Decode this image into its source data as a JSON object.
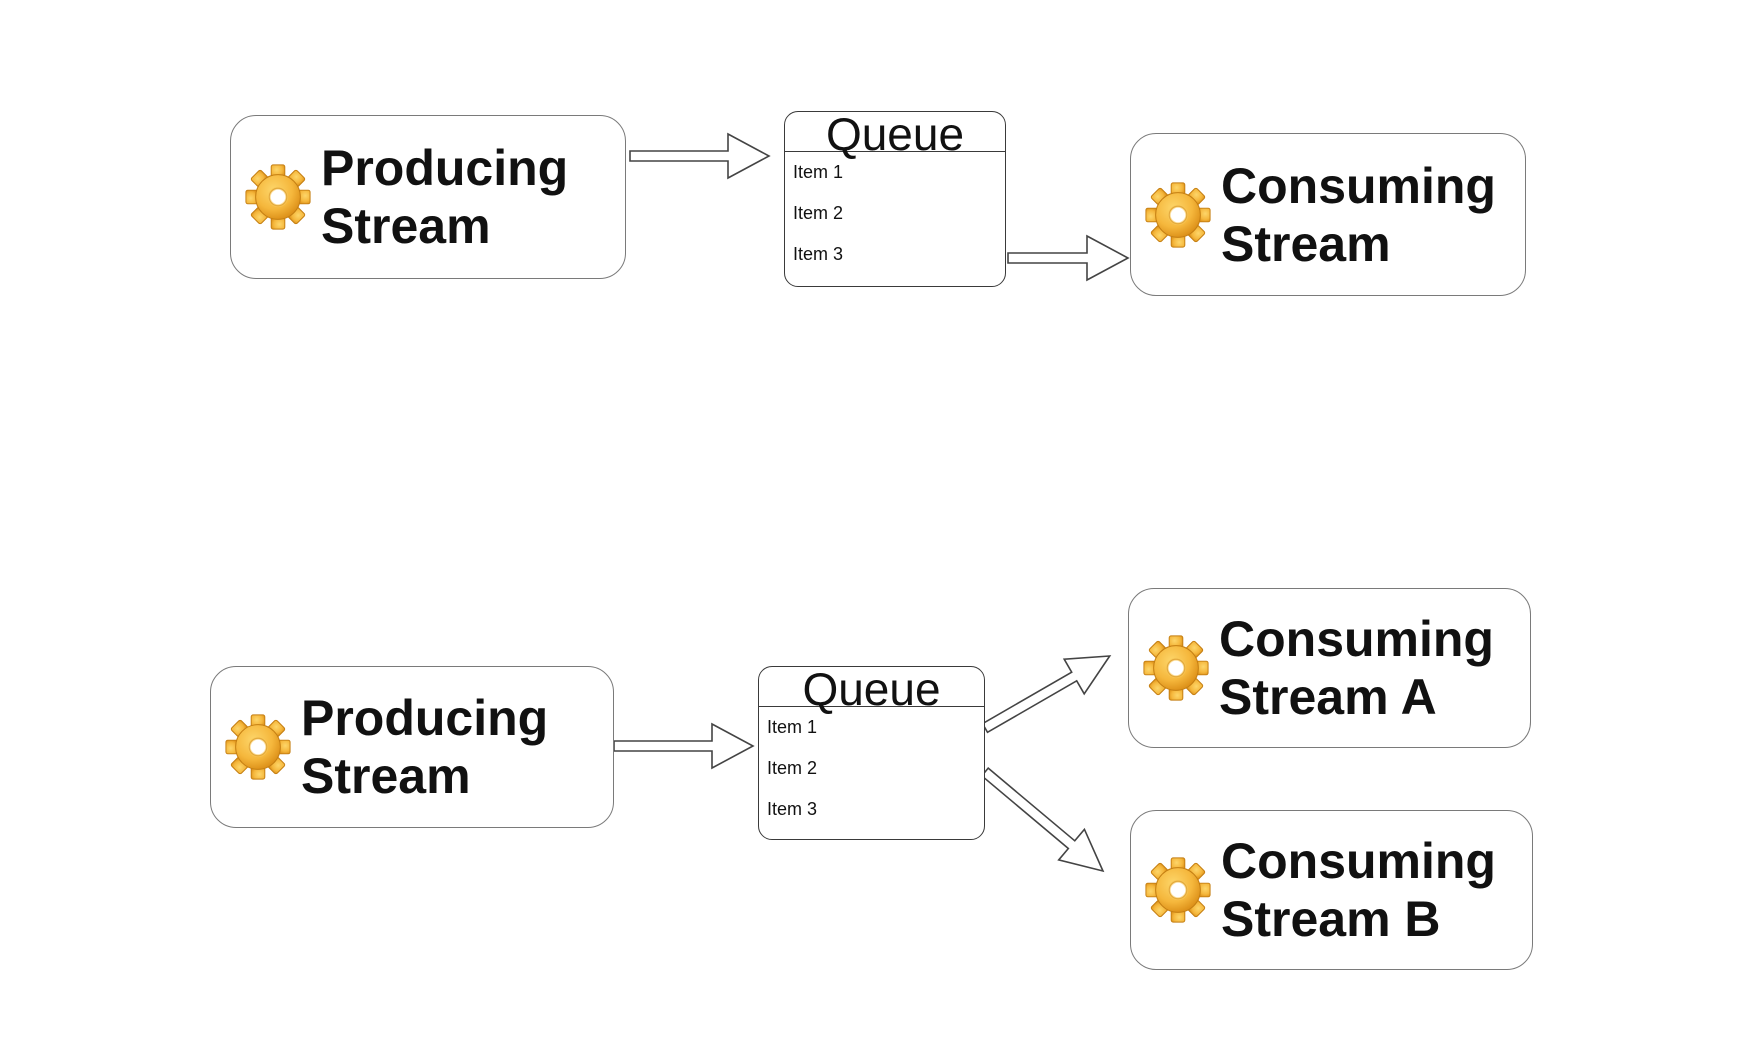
{
  "diagrams": [
    {
      "producer": {
        "line1": "Producing",
        "line2": "Stream",
        "icon": "gear-icon"
      },
      "queue": {
        "title": "Queue",
        "items": [
          "Item 1",
          "Item 2",
          "Item 3"
        ]
      },
      "consumers": [
        {
          "line1": "Consuming",
          "line2": "Stream",
          "icon": "gear-icon"
        }
      ]
    },
    {
      "producer": {
        "line1": "Producing",
        "line2": "Stream",
        "icon": "gear-icon"
      },
      "queue": {
        "title": "Queue",
        "items": [
          "Item 1",
          "Item 2",
          "Item 3"
        ]
      },
      "consumers": [
        {
          "line1": "Consuming",
          "line2": "Stream A",
          "icon": "gear-icon"
        },
        {
          "line1": "Consuming",
          "line2": "Stream B",
          "icon": "gear-icon"
        }
      ]
    }
  ],
  "colors": {
    "gear_light": "#FDD66A",
    "gear_mid": "#F5B73C",
    "gear_dark": "#D98B14",
    "border": "#7a7a7a"
  }
}
